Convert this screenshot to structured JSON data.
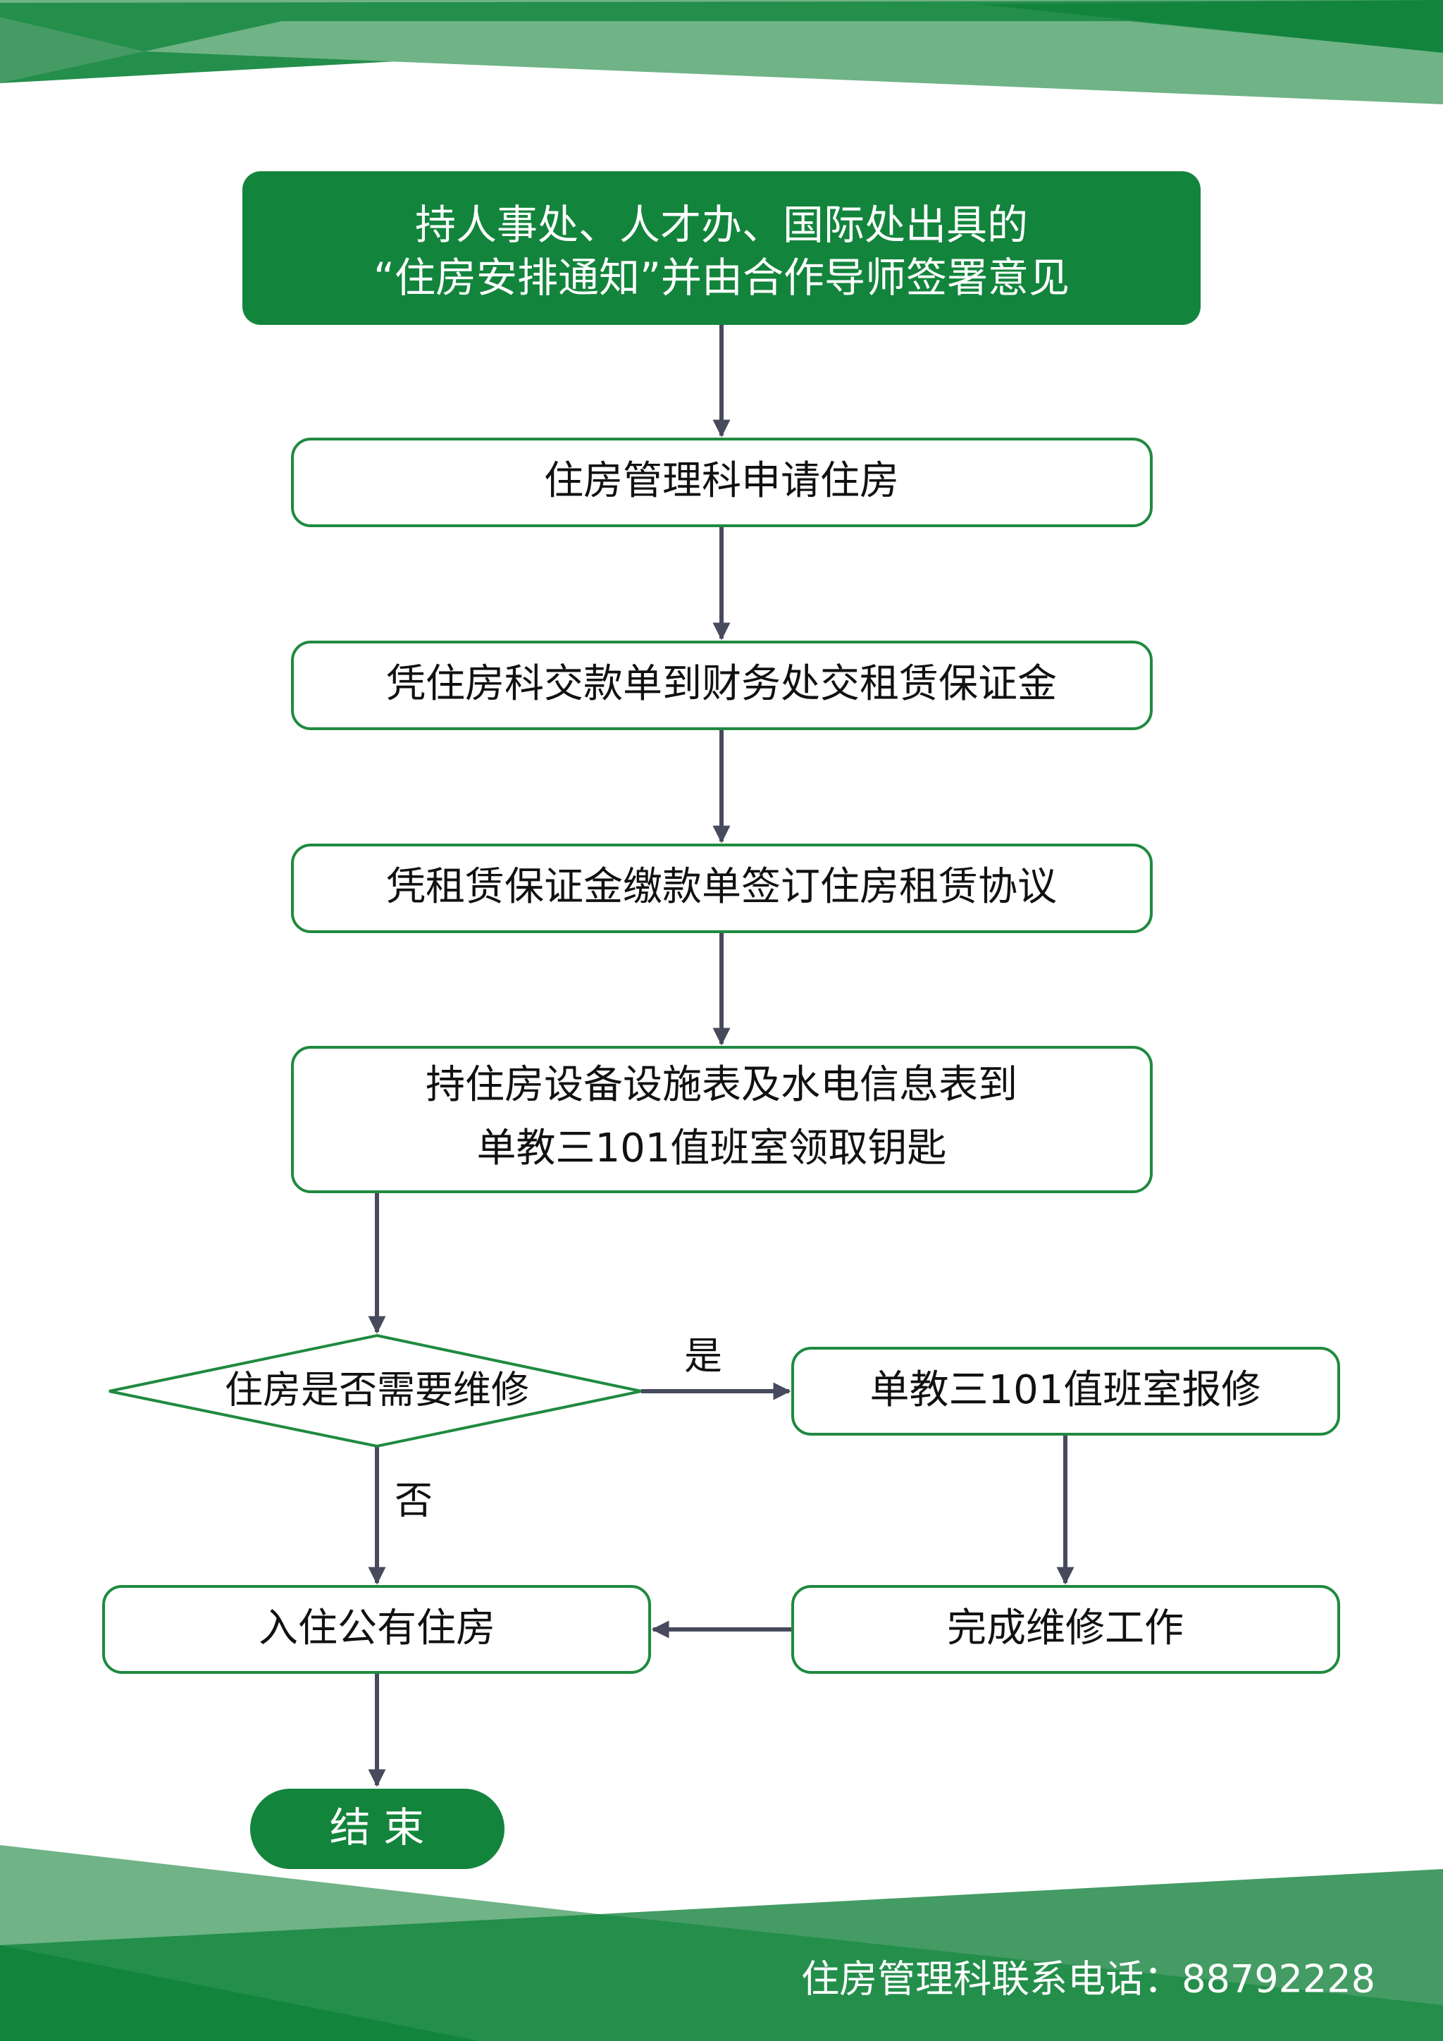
{
  "colors": {
    "brand_dark": "#13843c",
    "brand_mid": "#248e4b",
    "brand_light": "#6fb386",
    "brand_soft": "#449b64",
    "box_border": "#1f8a3f",
    "arrow": "#474a5c",
    "text": "#111111",
    "text_on_green": "#ffffff"
  },
  "flowchart": {
    "start": {
      "line1": "持人事处、人才办、国际处出具的",
      "line2": "“住房安排通知”并由合作导师签署意见"
    },
    "steps": [
      {
        "id": "apply",
        "lines": [
          "住房管理科申请住房"
        ]
      },
      {
        "id": "deposit",
        "lines": [
          "凭住房科交款单到财务处交租赁保证金"
        ]
      },
      {
        "id": "contract",
        "lines": [
          "凭租赁保证金缴款单签订住房租赁协议"
        ]
      },
      {
        "id": "keys",
        "lines": [
          "持住房设备设施表及水电信息表到",
          "单教三101值班室领取钥匙"
        ]
      }
    ],
    "decision": {
      "label": "住房是否需要维修",
      "yes_label": "是",
      "no_label": "否"
    },
    "repair_report": "单教三101值班室报修",
    "repair_done": "完成维修工作",
    "move_in": "入住公有住房",
    "end": "结 束"
  },
  "footer": {
    "contact": "住房管理科联系电话：88792228"
  }
}
